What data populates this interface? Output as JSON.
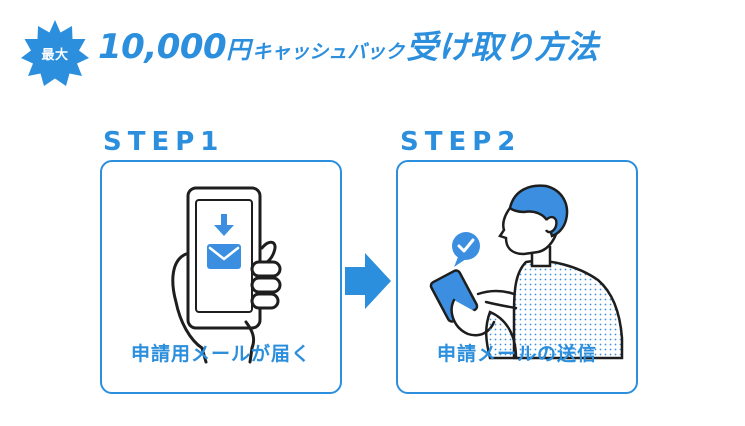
{
  "header": {
    "badge": "最大",
    "amount": "10,000",
    "yen": "円",
    "cashback": "キャッシュバック",
    "method": "受け取り方法"
  },
  "steps": [
    {
      "label": "STEP1",
      "caption": "申請用メールが届く"
    },
    {
      "label": "STEP2",
      "caption": "申請メールの送信"
    }
  ],
  "colors": {
    "accent": "#2b8fdd",
    "icon_blue": "#3c8fe0",
    "dark": "#1e1e1e"
  },
  "icons": [
    "starburst-badge",
    "phone-download-mail-icon",
    "person-phone-check-icon",
    "right-arrow-icon"
  ]
}
